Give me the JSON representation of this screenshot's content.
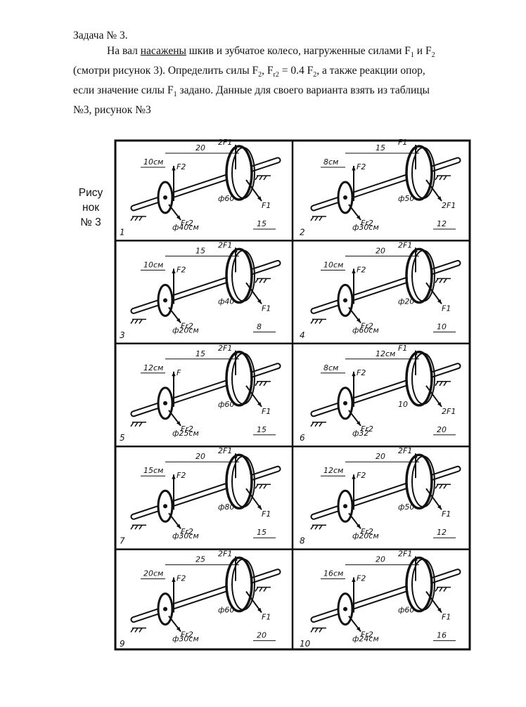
{
  "task": {
    "title": "Задача № 3.",
    "p1": "На вал ",
    "p1_u": "насажены",
    "p1_b": " шкив и зубчатое колесо, нагруженные силами F",
    "p1_c": " и F",
    "p2_a": "(смотри рисунок 3). Определить силы F",
    "p2_b": ", F",
    "p2_c": " = 0.4 F",
    "p2_d": ", а также реакции опор,",
    "p3_a": "если значение силы F",
    "p3_b": " задано. Данные для своего варианта взять из таблицы",
    "p4": "№3, рисунок №3",
    "sub1": "1",
    "sub2": "2",
    "subr2": "r2"
  },
  "figure_label": {
    "l1": "Рису",
    "l2": "нок",
    "l3": "№ 3"
  },
  "variants": [
    {
      "n": "1",
      "d1": "10см",
      "d2": "20",
      "d3": "15",
      "dia1": "ф40см",
      "dia2": "ф60",
      "f1": "F1",
      "f2": "F2",
      "fr": "Fr2",
      "ft": "2F1"
    },
    {
      "n": "2",
      "d1": "8см",
      "d2": "15",
      "d3": "12",
      "dia1": "ф30см",
      "dia2": "ф50",
      "f1": "2F1",
      "f2": "F2",
      "fr": "Fr2",
      "ft": "F1"
    },
    {
      "n": "3",
      "d1": "10см",
      "d2": "15",
      "d3": "8",
      "dia1": "ф20см",
      "dia2": "ф40",
      "f1": "F1",
      "f2": "F2",
      "fr": "Fr2",
      "ft": "2F1"
    },
    {
      "n": "4",
      "d1": "10см",
      "d2": "20",
      "d3": "10",
      "dia1": "ф60см",
      "dia2": "ф20",
      "f1": "F1",
      "f2": "F2",
      "fr": "Fr2",
      "ft": "2F1"
    },
    {
      "n": "5",
      "d1": "12см",
      "d2": "15",
      "d3": "15",
      "dia1": "ф25см",
      "dia2": "ф60",
      "f1": "F1",
      "f2": "F",
      "fr": "Fr2",
      "ft": "2F1"
    },
    {
      "n": "6",
      "d1": "8см",
      "d2": "12см",
      "d3": "20",
      "dia1": "ф32",
      "dia2": "10",
      "f1": "2F1",
      "f2": "F2",
      "fr": "Fr2",
      "ft": "F1"
    },
    {
      "n": "7",
      "d1": "15см",
      "d2": "20",
      "d3": "15",
      "dia1": "ф30см",
      "dia2": "ф80",
      "f1": "F1",
      "f2": "F2",
      "fr": "Fr2",
      "ft": "2F1"
    },
    {
      "n": "8",
      "d1": "12см",
      "d2": "20",
      "d3": "12",
      "dia1": "ф20см",
      "dia2": "ф50",
      "f1": "F1",
      "f2": "F2",
      "fr": "Fr2",
      "ft": "2F1"
    },
    {
      "n": "9",
      "d1": "20см",
      "d2": "25",
      "d3": "20",
      "dia1": "ф30см",
      "dia2": "ф60",
      "f1": "F1",
      "f2": "F2",
      "fr": "Fr2",
      "ft": "2F1"
    },
    {
      "n": "10",
      "d1": "16см",
      "d2": "20",
      "d3": "16",
      "dia1": "ф24см",
      "dia2": "ф60",
      "f1": "F1",
      "f2": "F2",
      "fr": "Fr2",
      "ft": "2F1"
    }
  ]
}
